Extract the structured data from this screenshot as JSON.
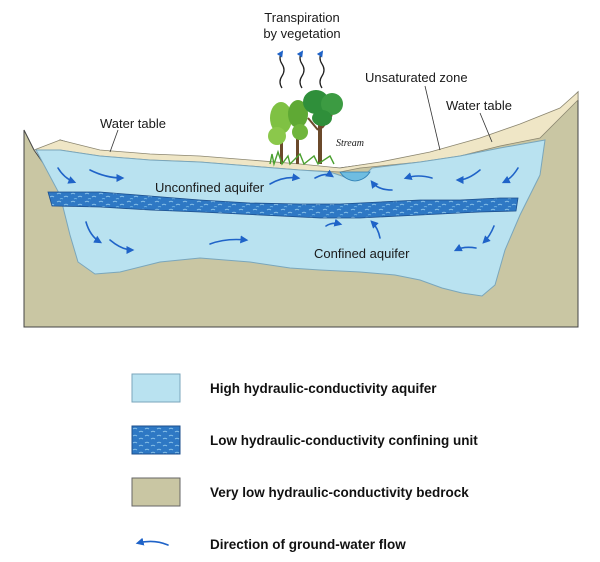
{
  "colors": {
    "aquifer": "#b9e2f0",
    "aquifer_stroke": "#7aa6bb",
    "confining": "#2e78c4",
    "confining_speckle": "#8cc4ea",
    "bedrock": "#c9c6a3",
    "bedrock_stroke": "#444444",
    "unsaturated": "#efe6c6",
    "flow_arrow": "#1f63c8"
  },
  "labels": {
    "transpiration_line1": "Transpiration",
    "transpiration_line2": "by vegetation",
    "water_table_left": "Water table",
    "water_table_right": "Water table",
    "unsaturated_zone": "Unsaturated zone",
    "stream": "Stream",
    "unconfined_aquifer": "Unconfined aquifer",
    "confined_aquifer": "Confined aquifer"
  },
  "legend": [
    {
      "label": "High hydraulic-conductivity aquifer",
      "swatch": "aquifer"
    },
    {
      "label": "Low hydraulic-conductivity confining unit",
      "swatch": "confining"
    },
    {
      "label": "Very low hydraulic-conductivity bedrock",
      "swatch": "bedrock"
    },
    {
      "label": "Direction of ground-water flow",
      "swatch": "arrow"
    }
  ]
}
